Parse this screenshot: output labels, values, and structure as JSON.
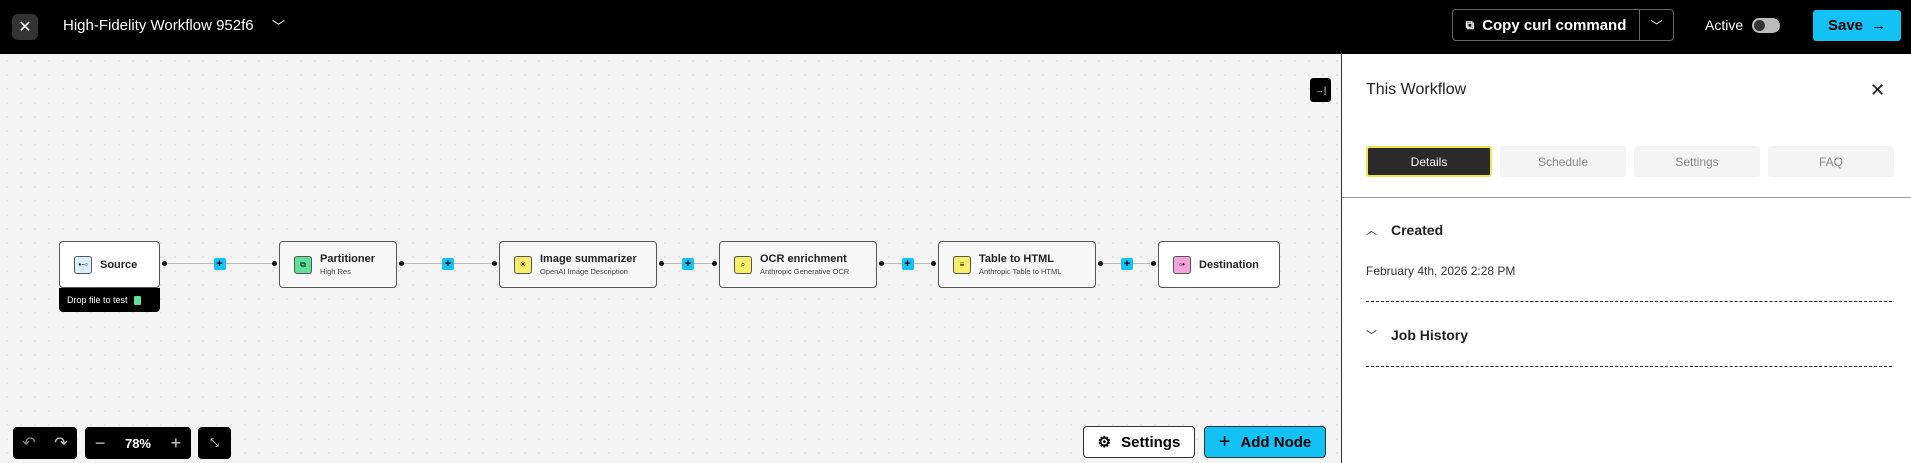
{
  "header": {
    "title": "High-Fidelity Workflow 952f6",
    "copy_curl_label": "Copy curl command",
    "active_label": "Active",
    "active": false,
    "save_label": "Save"
  },
  "canvas": {
    "nodes": [
      {
        "title": "Source",
        "subtitle": "",
        "icon_color": "#dbeefc",
        "icon": "source-icon"
      },
      {
        "title": "Partitioner",
        "subtitle": "High Res",
        "icon_color": "#5ce09a",
        "icon": "partition-icon"
      },
      {
        "title": "Image summarizer",
        "subtitle": "OpenAI Image Description",
        "icon_color": "#f7ee6a",
        "icon": "sparkle-icon"
      },
      {
        "title": "OCR enrichment",
        "subtitle": "Anthropic Generative OCR",
        "icon_color": "#f7ee6a",
        "icon": "scan-icon"
      },
      {
        "title": "Table to HTML",
        "subtitle": "Anthropic Table to HTML",
        "icon_color": "#f7ee6a",
        "icon": "table-icon"
      },
      {
        "title": "Destination",
        "subtitle": "",
        "icon_color": "#f5a3de",
        "icon": "destination-icon"
      }
    ],
    "drop_label": "Drop file to test",
    "zoom": "78%",
    "settings_label": "Settings",
    "add_node_label": "Add Node"
  },
  "panel": {
    "title": "This Workflow",
    "tabs": [
      {
        "label": "Details",
        "active": true
      },
      {
        "label": "Schedule",
        "active": false
      },
      {
        "label": "Settings",
        "active": false
      },
      {
        "label": "FAQ",
        "active": false
      }
    ],
    "sections": [
      {
        "title": "Created",
        "expanded": true,
        "content": "February 4th, 2026 2:28 PM"
      },
      {
        "title": "Job History",
        "expanded": false
      }
    ]
  },
  "colors": {
    "accent": "#12c2f5",
    "active_tab_border": "#f5e34a"
  }
}
